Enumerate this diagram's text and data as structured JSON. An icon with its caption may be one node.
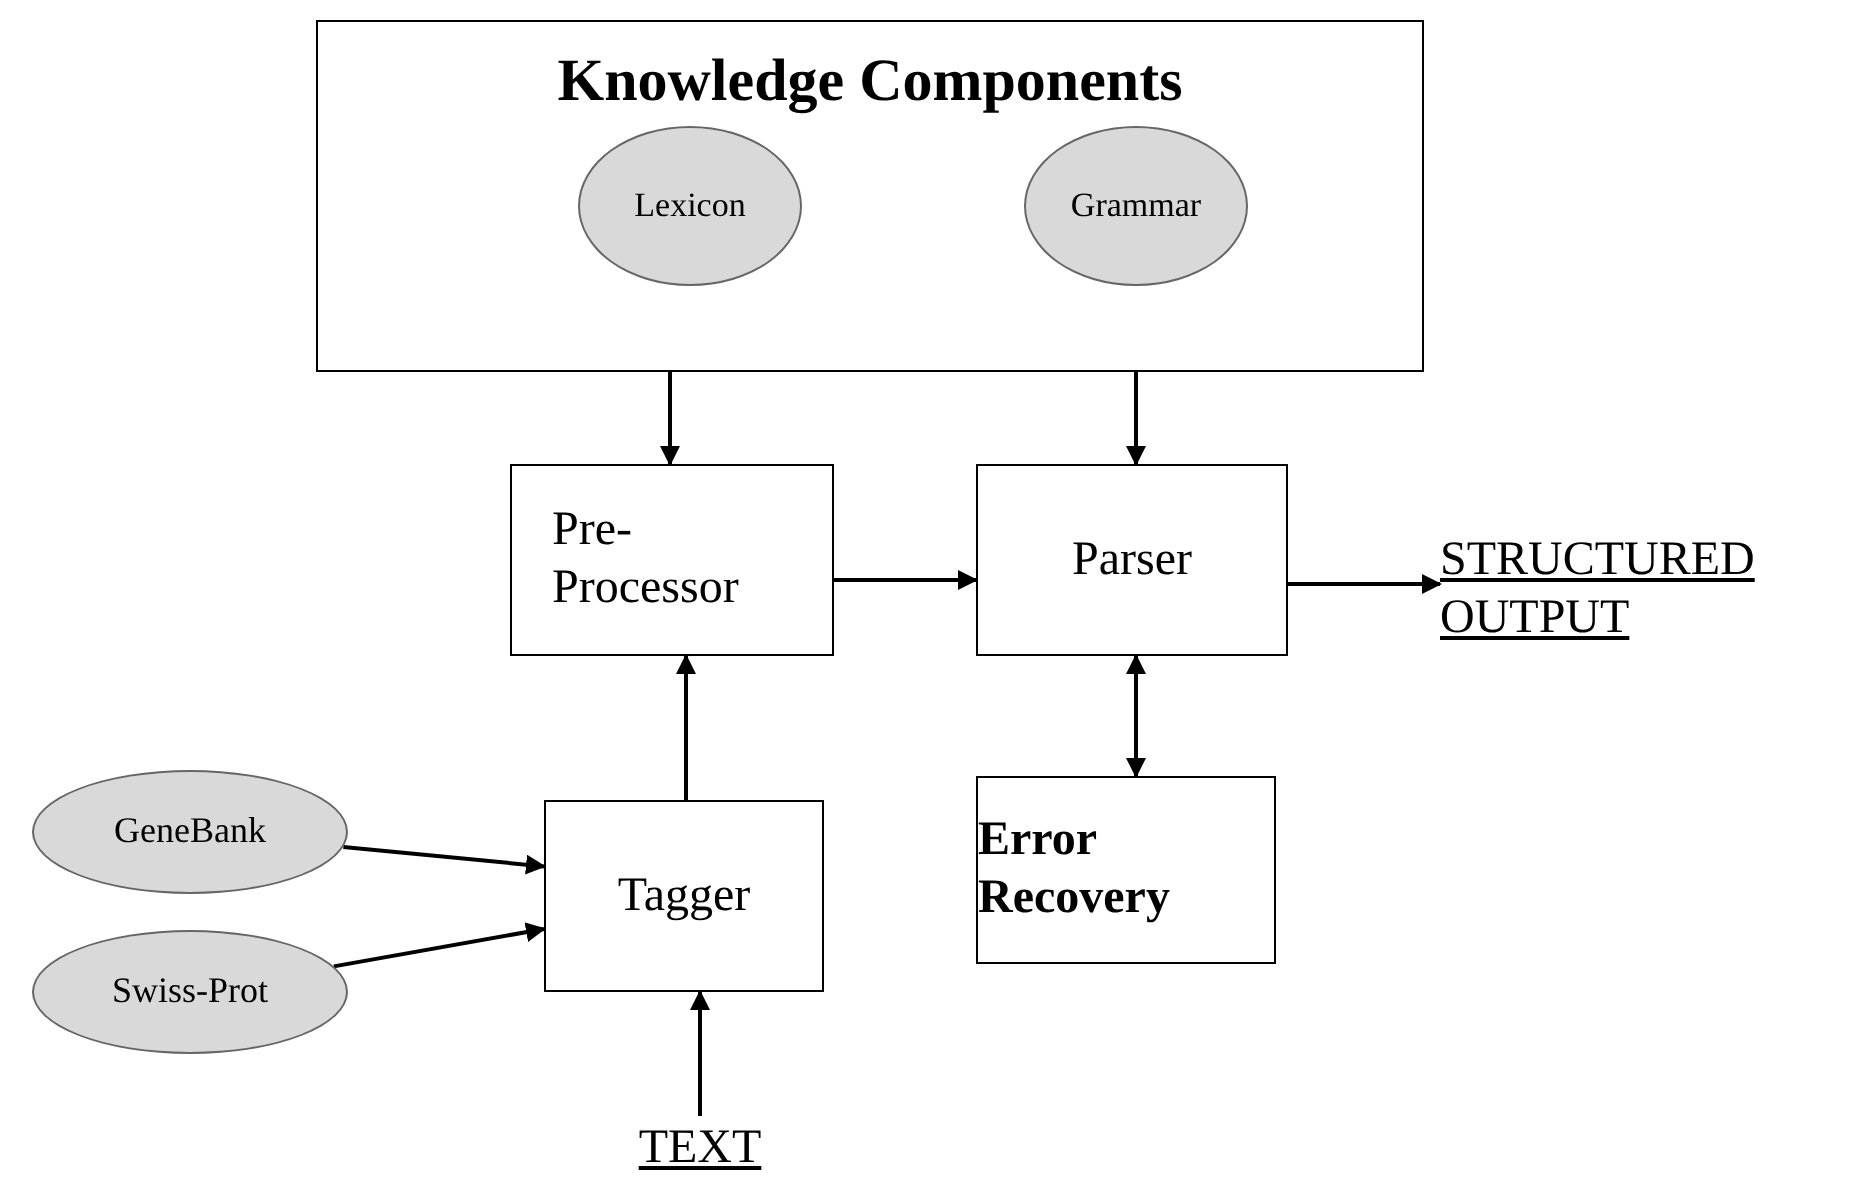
{
  "diagram": {
    "nodes": [
      {
        "text": [
          "Knowledge Components"
        ]
      },
      {
        "text": [
          "Lexicon"
        ],
        "in": 0
      },
      {
        "text": [
          "Grammar"
        ],
        "in": 0
      },
      {
        "text": [
          "Pre- Processor"
        ]
      },
      {
        "text": [
          "Parser"
        ]
      },
      {
        "text": [
          "STRUCTURED OUTPUT"
        ]
      },
      {
        "text": [
          "Error Recovery"
        ]
      },
      {
        "text": [
          "GeneBank"
        ]
      },
      {
        "text": [
          "Swiss-Prot"
        ]
      },
      {
        "text": [
          "Tagger"
        ]
      },
      {
        "text": [
          "TEXT"
        ]
      }
    ],
    "edges": [
      {
        "from": 0,
        "to": 3,
        "arrow": "to"
      },
      {
        "from": 0,
        "to": 4,
        "arrow": "to"
      },
      {
        "from": 3,
        "to": 4,
        "arrow": "to"
      },
      {
        "from": 4,
        "to": 5,
        "arrow": "to"
      },
      {
        "from": 4,
        "to": 6,
        "arrow": "both"
      },
      {
        "from": 9,
        "to": 3,
        "arrow": "to"
      },
      {
        "from": 7,
        "to": 9,
        "arrow": "to"
      },
      {
        "from": 8,
        "to": 9,
        "arrow": "to"
      },
      {
        "from": 10,
        "to": 9,
        "arrow": "to"
      }
    ]
  }
}
